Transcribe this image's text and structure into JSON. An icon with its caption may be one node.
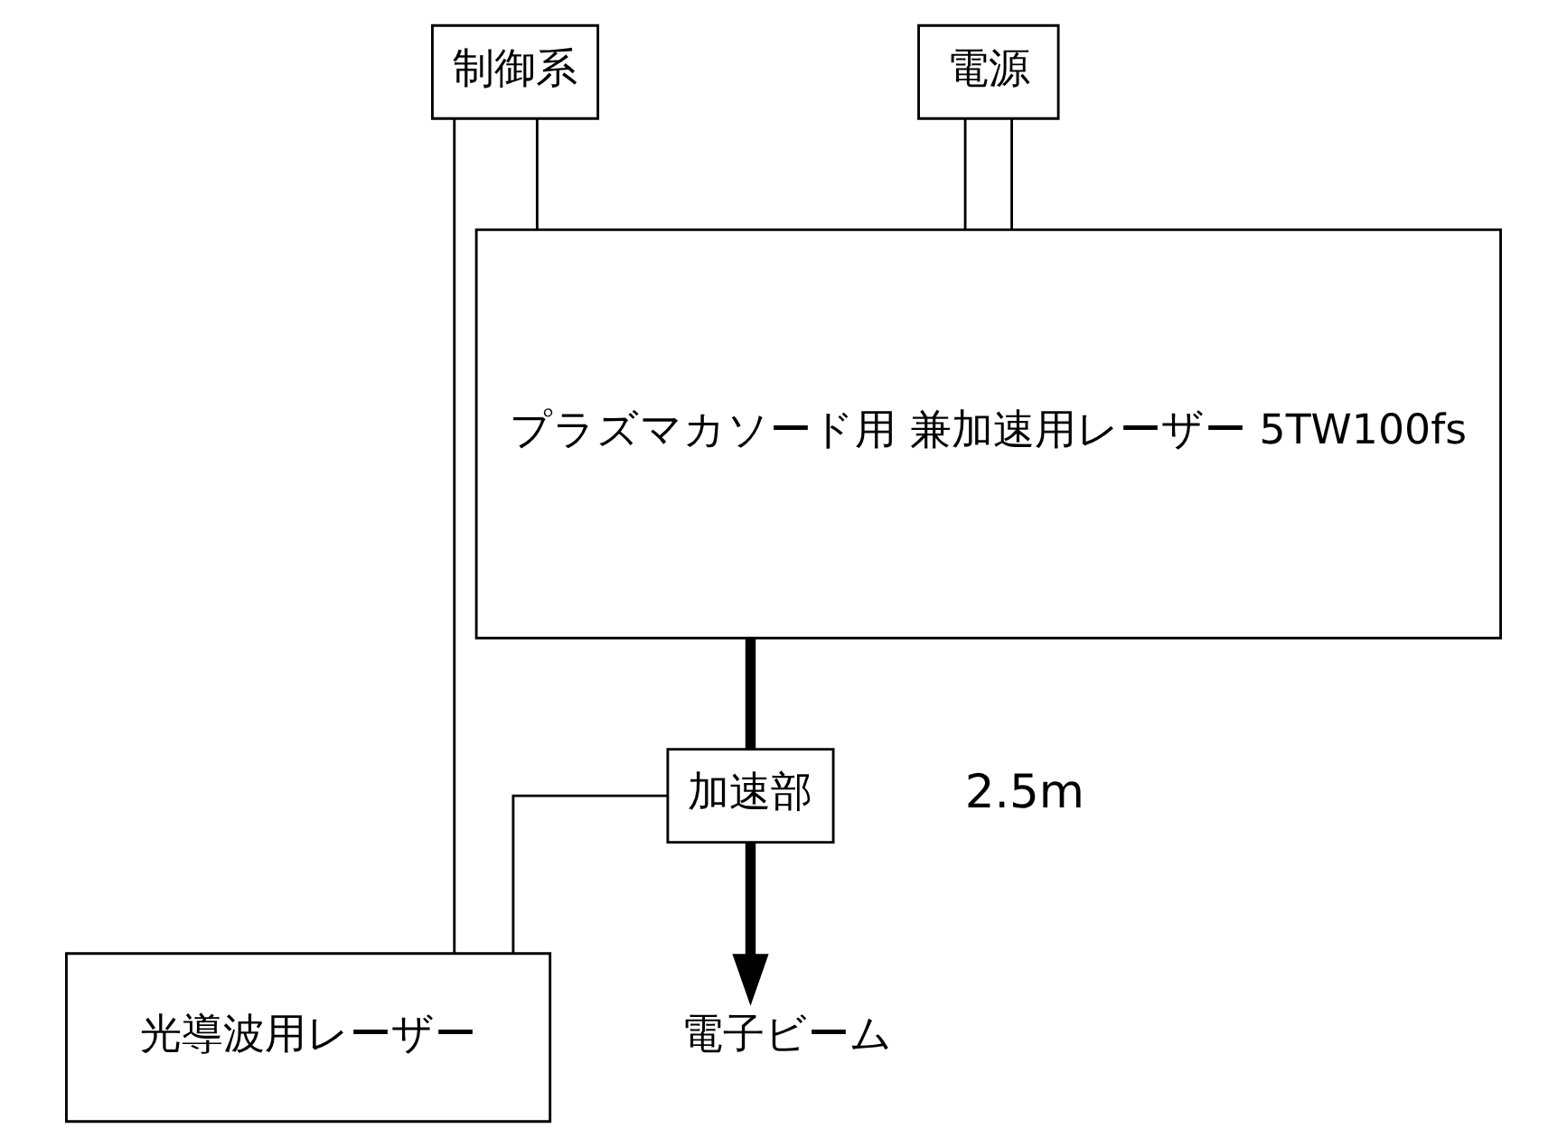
{
  "diagram": {
    "nodes": [
      {
        "text": [
          "制御系"
        ]
      },
      {
        "text": [
          "電源"
        ]
      },
      {
        "text": [
          "加速部"
        ]
      },
      {
        "text": [
          "電子ビーム"
        ]
      },
      {
        "text": [
          "光導波用レーザー"
        ]
      },
      {
        "text": [
          "プラズマカソード用 兼加速用レーザー 5TW100fs"
        ]
      }
    ],
    "edges": [
      {
        "from": 0,
        "to": 5,
        "arrow": "none"
      },
      {
        "from": 1,
        "to": 5,
        "arrow": "none"
      },
      {
        "from": 1,
        "to": 5,
        "arrow": "none"
      },
      {
        "from": 0,
        "to": 4,
        "arrow": "none"
      },
      {
        "from": 5,
        "to": 2,
        "arrow": "none",
        "style": "thick"
      },
      {
        "from": 2,
        "to": 4,
        "arrow": "none"
      },
      {
        "from": 2,
        "to": 3,
        "arrow": "to",
        "style": "thick"
      }
    ],
    "labels": [
      "2.5m"
    ]
  }
}
